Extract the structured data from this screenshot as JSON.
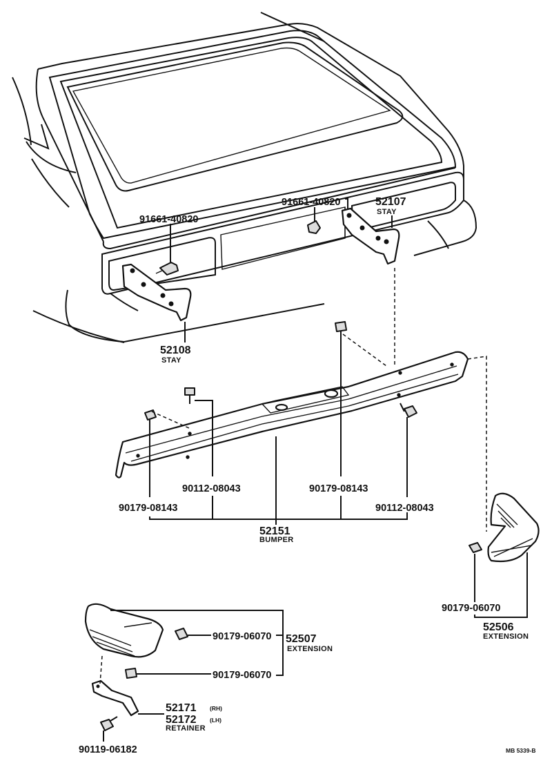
{
  "parts": {
    "stay_bolt_lh": "91661-40820",
    "stay_bolt_rh": "91661-40820",
    "stay_rh_number": "52107",
    "stay_rh_name": "STAY",
    "stay_lh_number": "52108",
    "stay_lh_name": "STAY",
    "bumper_nut_left": "90179-08143",
    "bumper_bolt_left": "90112-08043",
    "bumper_nut_right": "90179-08143",
    "bumper_bolt_right": "90112-08043",
    "bumper_number": "52151",
    "bumper_name": "BUMPER",
    "ext_rh_nut": "90179-06070",
    "ext_rh_number": "52506",
    "ext_rh_name": "EXTENSION",
    "ext_lh_nut_upper": "90179-06070",
    "ext_lh_nut_lower": "90179-06070",
    "ext_lh_number": "52507",
    "ext_lh_name": "EXTENSION",
    "retainer_rh_number": "52171",
    "retainer_rh_side": "(RH)",
    "retainer_lh_number": "52172",
    "retainer_lh_side": "(LH)",
    "retainer_name": "RETAINER",
    "retainer_bolt": "90119-06182"
  },
  "footer": {
    "drawing_code": "MB 5339-B"
  }
}
